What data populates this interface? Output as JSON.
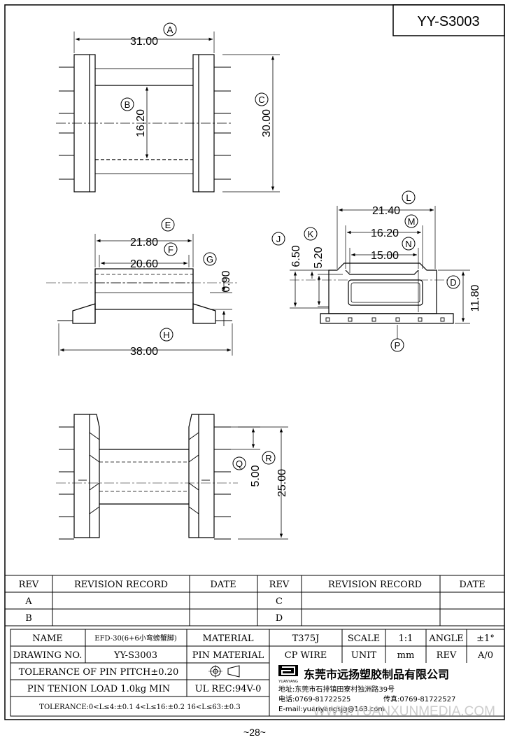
{
  "drawing": {
    "part_number": "YY-S3003",
    "page_number": "~28~",
    "watermark": "WWW.YUANXUNMEDIA.COM"
  },
  "dimensions": [
    {
      "letter": "A",
      "value": "31.00"
    },
    {
      "letter": "B",
      "value": "16.20"
    },
    {
      "letter": "C",
      "value": "30.00"
    },
    {
      "letter": "D",
      "value": "11.80"
    },
    {
      "letter": "E",
      "value": "21.80"
    },
    {
      "letter": "F",
      "value": "20.60"
    },
    {
      "letter": "G",
      "value": "0.90"
    },
    {
      "letter": "H",
      "value": "38.00"
    },
    {
      "letter": "J",
      "value": "6.50"
    },
    {
      "letter": "K",
      "value": "5.20"
    },
    {
      "letter": "L",
      "value": "21.40"
    },
    {
      "letter": "M",
      "value": "16.20"
    },
    {
      "letter": "N",
      "value": "15.00"
    },
    {
      "letter": "P",
      "value": ""
    },
    {
      "letter": "Q",
      "value": "5.00"
    },
    {
      "letter": "R",
      "value": "25.00"
    }
  ],
  "revision_table": {
    "headers": [
      "REV",
      "REVISION RECORD",
      "DATE",
      "REV",
      "REVISION RECORD",
      "DATE"
    ],
    "rows": [
      [
        "A",
        "",
        "",
        "C",
        "",
        ""
      ],
      [
        "B",
        "",
        "",
        "D",
        "",
        ""
      ]
    ]
  },
  "title_block": {
    "name_label": "NAME",
    "name_value": "EFD-30(6+6小弯螃蟹脚)",
    "material_label": "MATERIAL",
    "material_value": "T375J",
    "scale_label": "SCALE",
    "scale_value": "1:1",
    "angle_label": "ANGLE",
    "angle_value": "±1°",
    "drawing_no_label": "DRAWING NO.",
    "drawing_no_value": "YY-S3003",
    "pin_material_label": "PIN MATERIAL",
    "pin_material_value": "CP WIRE",
    "unit_label": "UNIT",
    "unit_value": "mm",
    "rev_label": "REV",
    "rev_value": "A/0",
    "pin_pitch_tolerance": "TOLERANCE OF PIN PITCH±0.20",
    "pin_tension": "PIN TENION LOAD 1.0kg MIN",
    "ul_rec": "UL REC:94V-0",
    "tolerance": "TOLERANCE:0<L≤4:±0.1  4<L≤16:±0.2  16<L≤63:±0.3",
    "company_name": "东莞市远扬塑胶制品有限公司",
    "company_logo_text": "YUANYANG",
    "address": "地址:东莞市石排镇田寮村独洲路39号",
    "phone": "电话:0769-81722525",
    "fax": "传真:0769-81722527",
    "email": "E-mail:yuanyangsjg@163.com"
  },
  "colors": {
    "line": "#000000",
    "watermark": "#bfbfbf"
  }
}
